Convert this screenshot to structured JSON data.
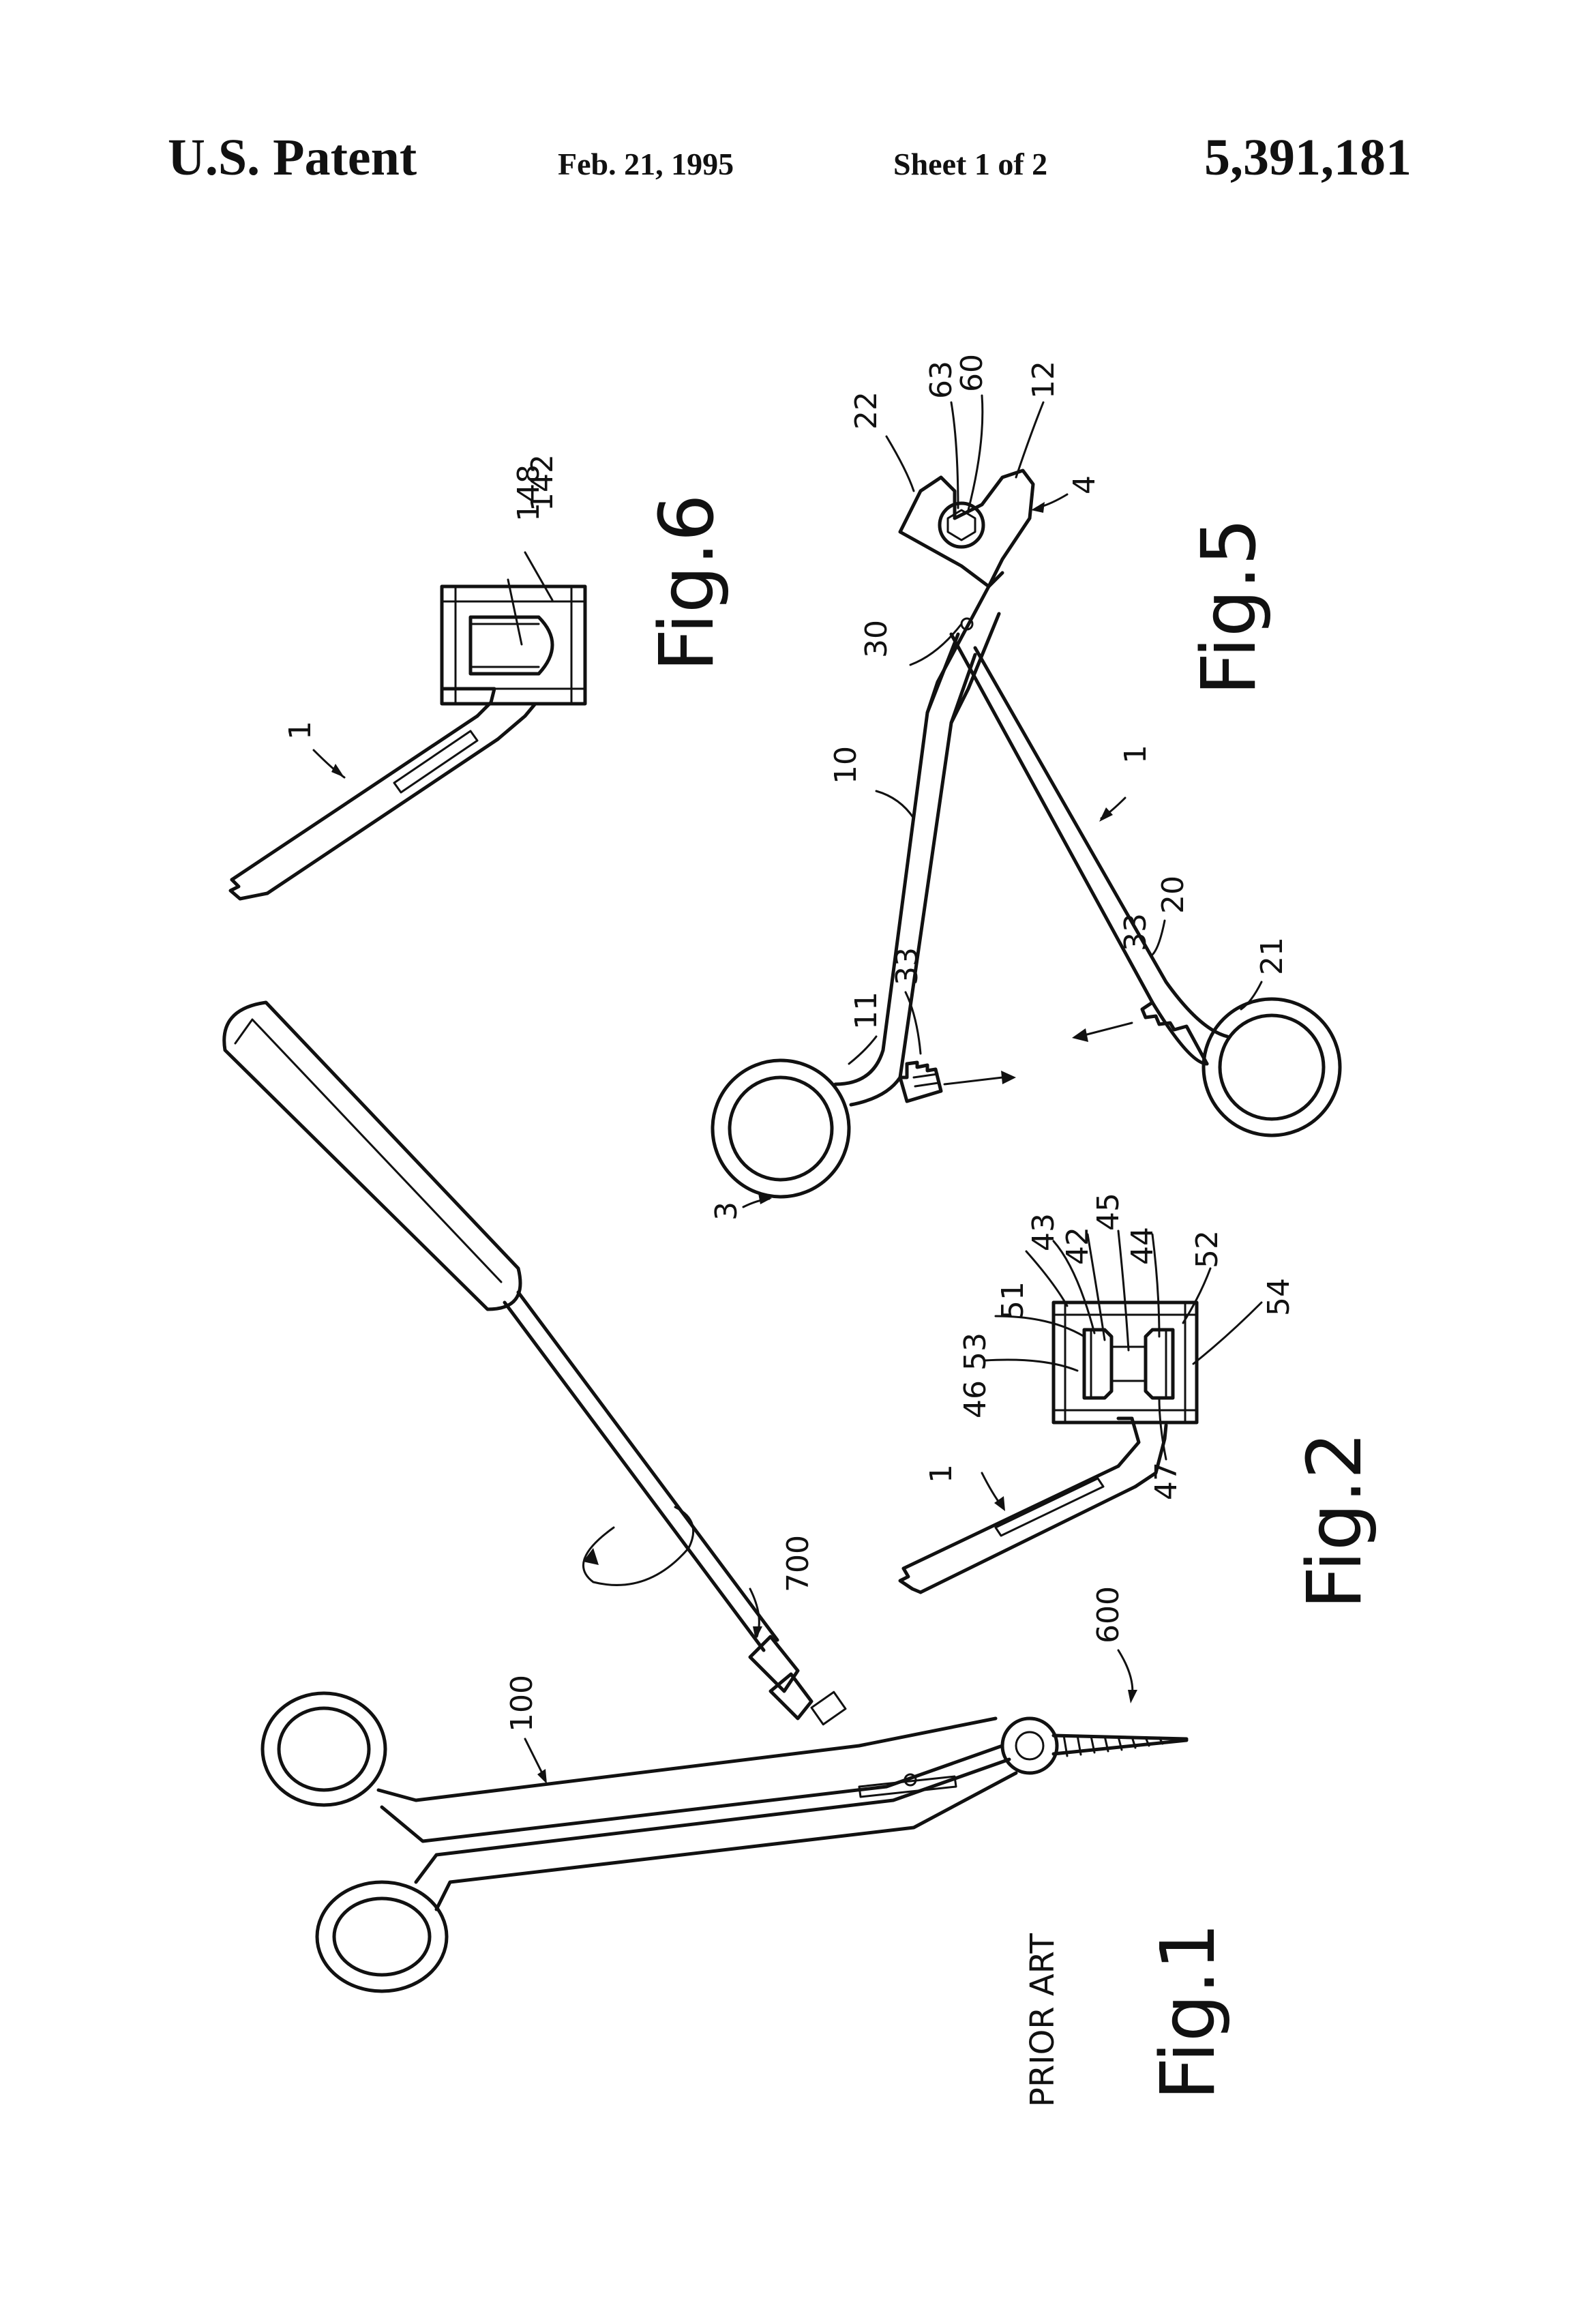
{
  "header": {
    "left": "U.S. Patent",
    "date": "Feb. 21, 1995",
    "sheet": "Sheet 1 of 2",
    "number": "5,391,181"
  },
  "figures": {
    "fig1": {
      "label": "Fig.1",
      "caption": "PRIOR ART"
    },
    "fig2": {
      "label": "Fig.2"
    },
    "fig5": {
      "label": "Fig.5"
    },
    "fig6": {
      "label": "Fig.6"
    }
  },
  "refs": {
    "r100": "100",
    "r700": "700",
    "r600": "600",
    "r1_fig2": "1",
    "r46": "46",
    "r53": "53",
    "r51": "51",
    "r43": "43",
    "r42": "42",
    "r45": "45",
    "r44": "44",
    "r52": "52",
    "r54": "54",
    "r47": "47",
    "r3": "3",
    "r11": "11",
    "r33a": "33",
    "r33b": "33",
    "r10": "10",
    "r30": "30",
    "r20": "20",
    "r21": "21",
    "r1_fig5": "1",
    "r22": "22",
    "r63": "63",
    "r60": "60",
    "r12": "12",
    "r4": "4",
    "r1_fig6": "1",
    "r148": "148",
    "r142": "142"
  }
}
